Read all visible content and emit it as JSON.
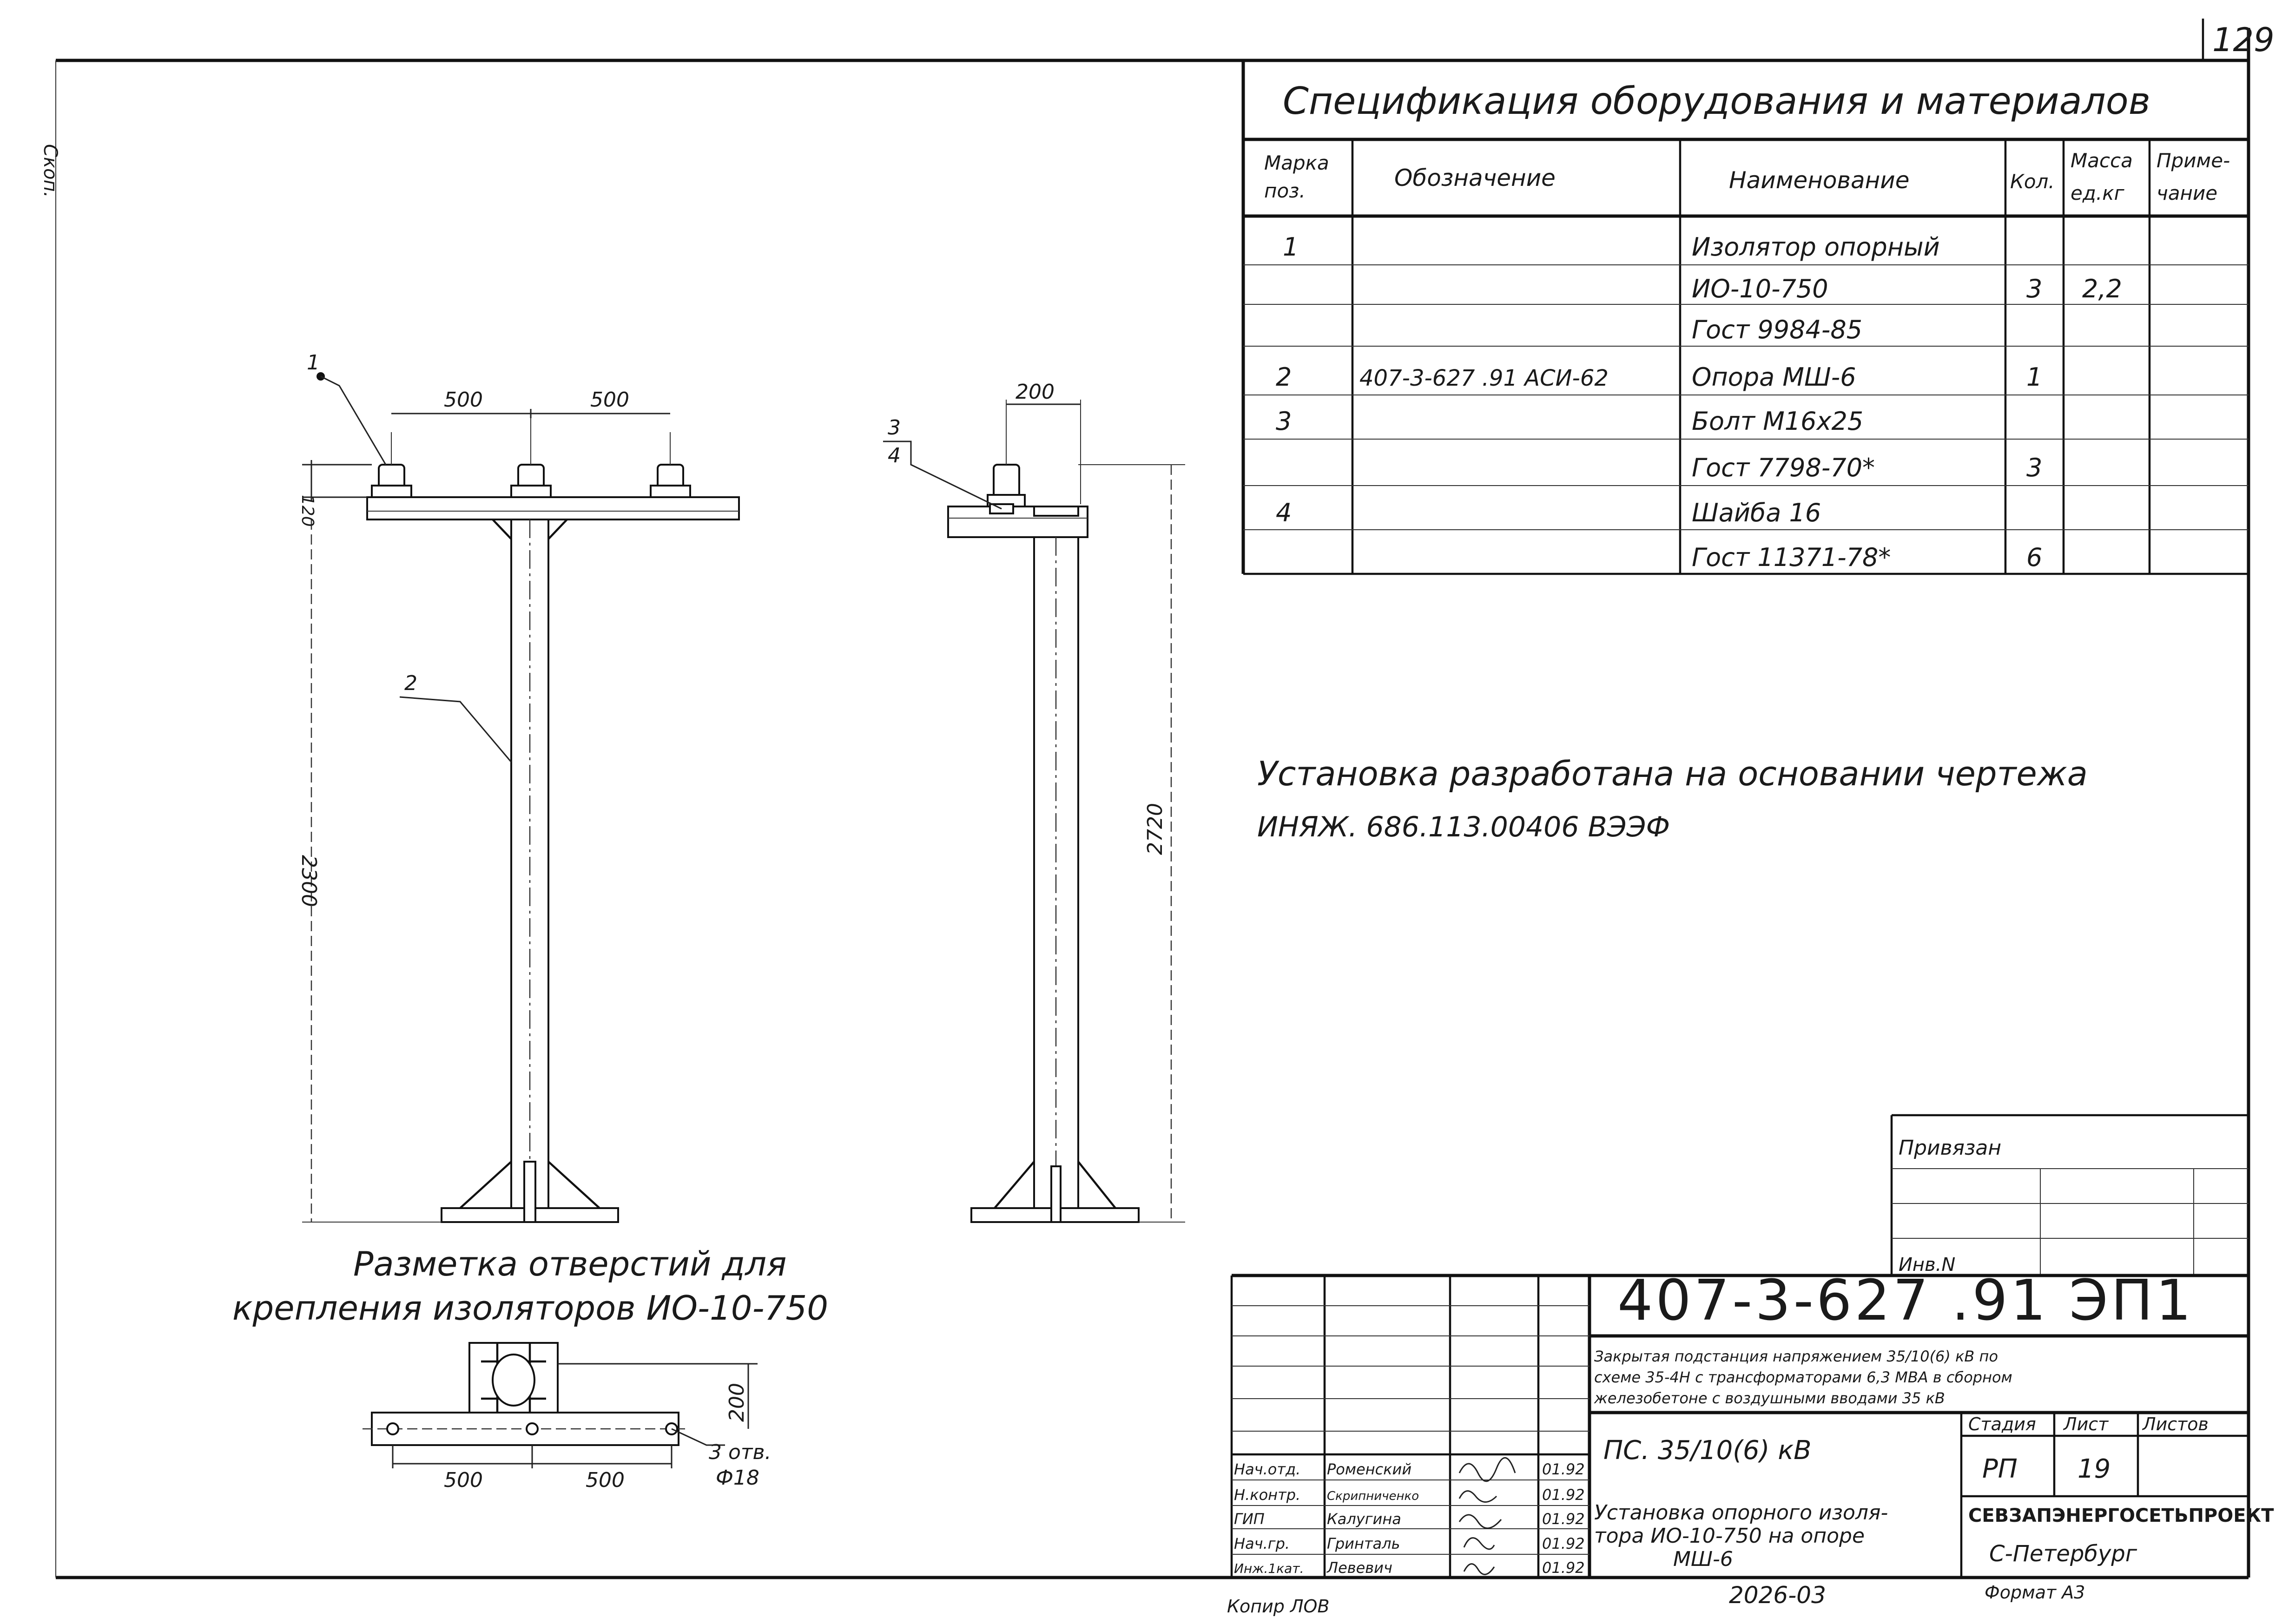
{
  "page": {
    "sheet_no": "129",
    "margin_mark": "Скоп.",
    "bottom_left": "Копир ЛОВ",
    "bottom_center": "2026-03",
    "bottom_right": "Формат А3"
  },
  "spec": {
    "title": "Спецификация оборудования и материалов",
    "headers": {
      "mark_1": "Марка",
      "mark_2": "поз.",
      "designation": "Обозначение",
      "name": "Наименование",
      "qty": "Кол.",
      "mass_1": "Масса",
      "mass_2": "ед.кг",
      "note_1": "Приме-",
      "note_2": "чание"
    },
    "rows": [
      {
        "mark": "1",
        "designation": "",
        "name": "Изолятор опорный",
        "qty": "",
        "mass": ""
      },
      {
        "mark": "",
        "designation": "",
        "name": "ИО-10-750",
        "qty": "3",
        "mass": "2,2"
      },
      {
        "mark": "",
        "designation": "",
        "name": "Гост 9984-85",
        "qty": "",
        "mass": ""
      },
      {
        "mark": "2",
        "designation": "407-3-627 .91 АСИ-62",
        "name": "Опора МШ-6",
        "qty": "1",
        "mass": ""
      },
      {
        "mark": "3",
        "designation": "",
        "name": "Болт М16х25",
        "qty": "",
        "mass": ""
      },
      {
        "mark": "",
        "designation": "",
        "name": "Гост 7798-70*",
        "qty": "3",
        "mass": ""
      },
      {
        "mark": "4",
        "designation": "",
        "name": "Шайба 16",
        "qty": "",
        "mass": ""
      },
      {
        "mark": "",
        "designation": "",
        "name": "Гост 11371-78*",
        "qty": "6",
        "mass": ""
      }
    ]
  },
  "front_view": {
    "callout_1": "1",
    "callout_2": "2",
    "dim_span_left": "500",
    "dim_span_right": "500",
    "dim_insulator": "120",
    "dim_height": "2300"
  },
  "side_view": {
    "callout_3": "3",
    "callout_4": "4",
    "dim_top": "200",
    "dim_height": "2720"
  },
  "marking": {
    "title_1": "Разметка отверстий для",
    "title_2": "крепления изоляторов ИО-10-750",
    "dim_left": "500",
    "dim_right": "500",
    "dim_height": "200",
    "holes_1": "3 отв.",
    "holes_2": "Ф18"
  },
  "note": {
    "line_1": "Установка разработана на основании чертежа",
    "line_2": "ИНЯЖ. 686.113.00406 ВЭЭФ"
  },
  "title_block": {
    "bound": "Привязан",
    "inv": "Инв.N",
    "code": "407-3-627 .91 ЭП1",
    "project_1": "Закрытая подстанция напряжением 35/10(6) кВ по",
    "project_2": "схеме 35-4Н с трансформаторами 6,3 МВА в сборном",
    "project_3": "железобетоне с воздушными вводами 35 кВ",
    "object": "ПС. 35/10(6) кВ",
    "stage_label": "Стадия",
    "sheet_label": "Лист",
    "sheets_label": "Листов",
    "stage": "РП",
    "sheet": "19",
    "sheets": "",
    "drawing_1": "Установка опорного изоля-",
    "drawing_2": "тора ИО-10-750 на опоре",
    "drawing_3": "МШ-6",
    "org": "СЕВЗАПЭНЕРГОСЕТЬПРОЕКТ",
    "city": "С-Петербург",
    "staff": [
      {
        "role": "Нач.отд.",
        "name": "Роменский",
        "date": "01.92"
      },
      {
        "role": "Н.контр.",
        "name": "Скрипниченко",
        "date": "01.92"
      },
      {
        "role": "ГИП",
        "name": "Калугина",
        "date": "01.92"
      },
      {
        "role": "Нач.гр.",
        "name": "Гринталь",
        "date": "01.92"
      },
      {
        "role": "Инж.1кат.",
        "name": "Левевич",
        "date": "01.92"
      }
    ]
  }
}
